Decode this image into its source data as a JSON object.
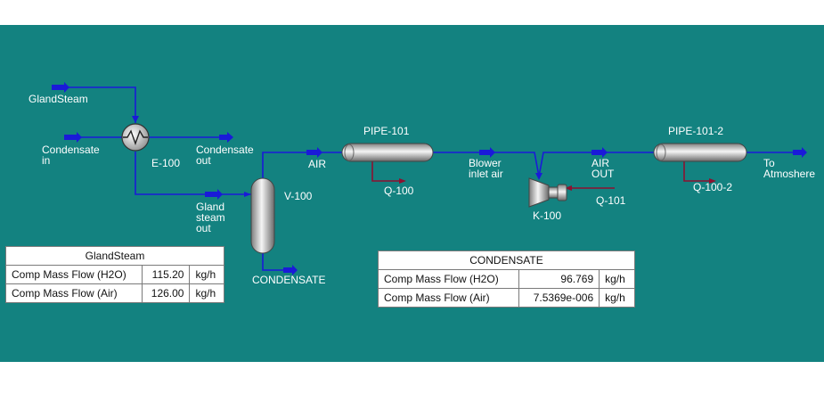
{
  "colors": {
    "background": "#138280",
    "material_stream": "#1a1ad8",
    "energy_stream": "#8c1130"
  },
  "labels": {
    "gland_steam": "GlandSteam",
    "condensate_in": "Condensate\nin",
    "e100": "E-100",
    "condensate_out": "Condensate\nout",
    "gland_steam_out": "Gland\nsteam\nout",
    "v100": "V-100",
    "condensate": "CONDENSATE",
    "air": "AIR",
    "pipe101": "PIPE-101",
    "q100": "Q-100",
    "blower_inlet_air": "Blower\ninlet air",
    "k100": "K-100",
    "q101": "Q-101",
    "air_out": "AIR\nOUT",
    "pipe101_2": "PIPE-101-2",
    "q100_2": "Q-100-2",
    "to_atmosphere": "To\nAtmoshere"
  },
  "tables": {
    "gland_steam": {
      "title": "GlandSteam",
      "rows": [
        {
          "name": "Comp Mass Flow (H2O)",
          "value": "115.20",
          "unit": "kg/h"
        },
        {
          "name": "Comp Mass Flow (Air)",
          "value": "126.00",
          "unit": "kg/h"
        }
      ]
    },
    "condensate": {
      "title": "CONDENSATE",
      "rows": [
        {
          "name": "Comp Mass Flow (H2O)",
          "value": "96.769",
          "unit": "kg/h"
        },
        {
          "name": "Comp Mass Flow (Air)",
          "value": "7.5369e-006",
          "unit": "kg/h"
        }
      ]
    }
  }
}
